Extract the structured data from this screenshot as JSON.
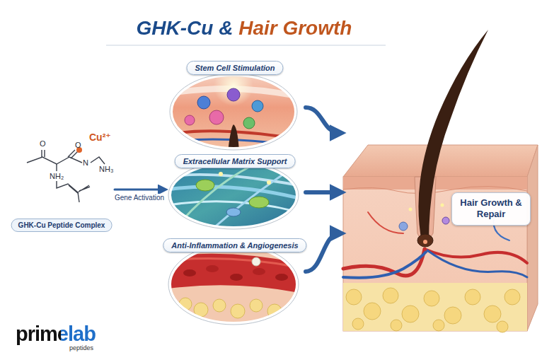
{
  "diagram": {
    "title": "GHK-Cu & Hair Growth",
    "nodes": [
      {
        "text": [
          "GHK-Cu Peptide Complex"
        ]
      },
      {
        "text": [
          "Stem Cell Stimulation"
        ]
      },
      {
        "text": [
          "Extracellular Matrix Support"
        ]
      },
      {
        "text": [
          "Anti-Inflammation & Angiogenesis"
        ]
      },
      {
        "text": [
          "Hair Growth & Repair"
        ]
      }
    ],
    "edges": [
      {
        "from": 0,
        "to": 2,
        "label": "Gene Activation",
        "arrow": "to"
      },
      {
        "from": 1,
        "to": 4,
        "arrow": "to"
      },
      {
        "from": 2,
        "to": 4,
        "arrow": "to"
      },
      {
        "from": 3,
        "to": 4,
        "arrow": "to"
      }
    ],
    "labels": [
      "Cu²⁺",
      "O",
      "O",
      "N",
      "NH₂",
      "NH₃",
      "primelab",
      "peptides"
    ]
  }
}
